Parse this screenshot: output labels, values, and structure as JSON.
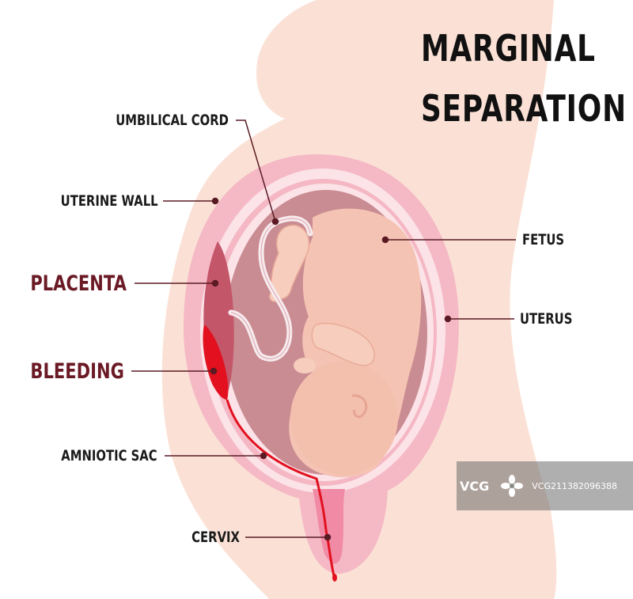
{
  "title": {
    "line1": "MARGINAL",
    "line2": "SEPARATION"
  },
  "labels": {
    "umbilical_cord": "UMBILICAL CORD",
    "uterine_wall": "UTERINE WALL",
    "placenta": "PLACENTA",
    "bleeding": "BLEEDING",
    "amniotic_sac": "AMNIOTIC SAC",
    "cervix": "CERVIX",
    "fetus": "FETUS",
    "uterus": "UTERUS"
  },
  "watermark": {
    "brand": "VCG",
    "id": "VCG211382096388"
  },
  "colors": {
    "body_skin": "#fbe1d5",
    "uterus_outer": "#f5b9c5",
    "uterus_inner_band": "#fbe3e8",
    "amniotic_cavity": "#c98c92",
    "placenta": "#c4566a",
    "bleeding": "#e3101f",
    "fetus": "#f5c3b3",
    "label_accent": "#6b1a25",
    "leader_line": "#5a1a24"
  }
}
